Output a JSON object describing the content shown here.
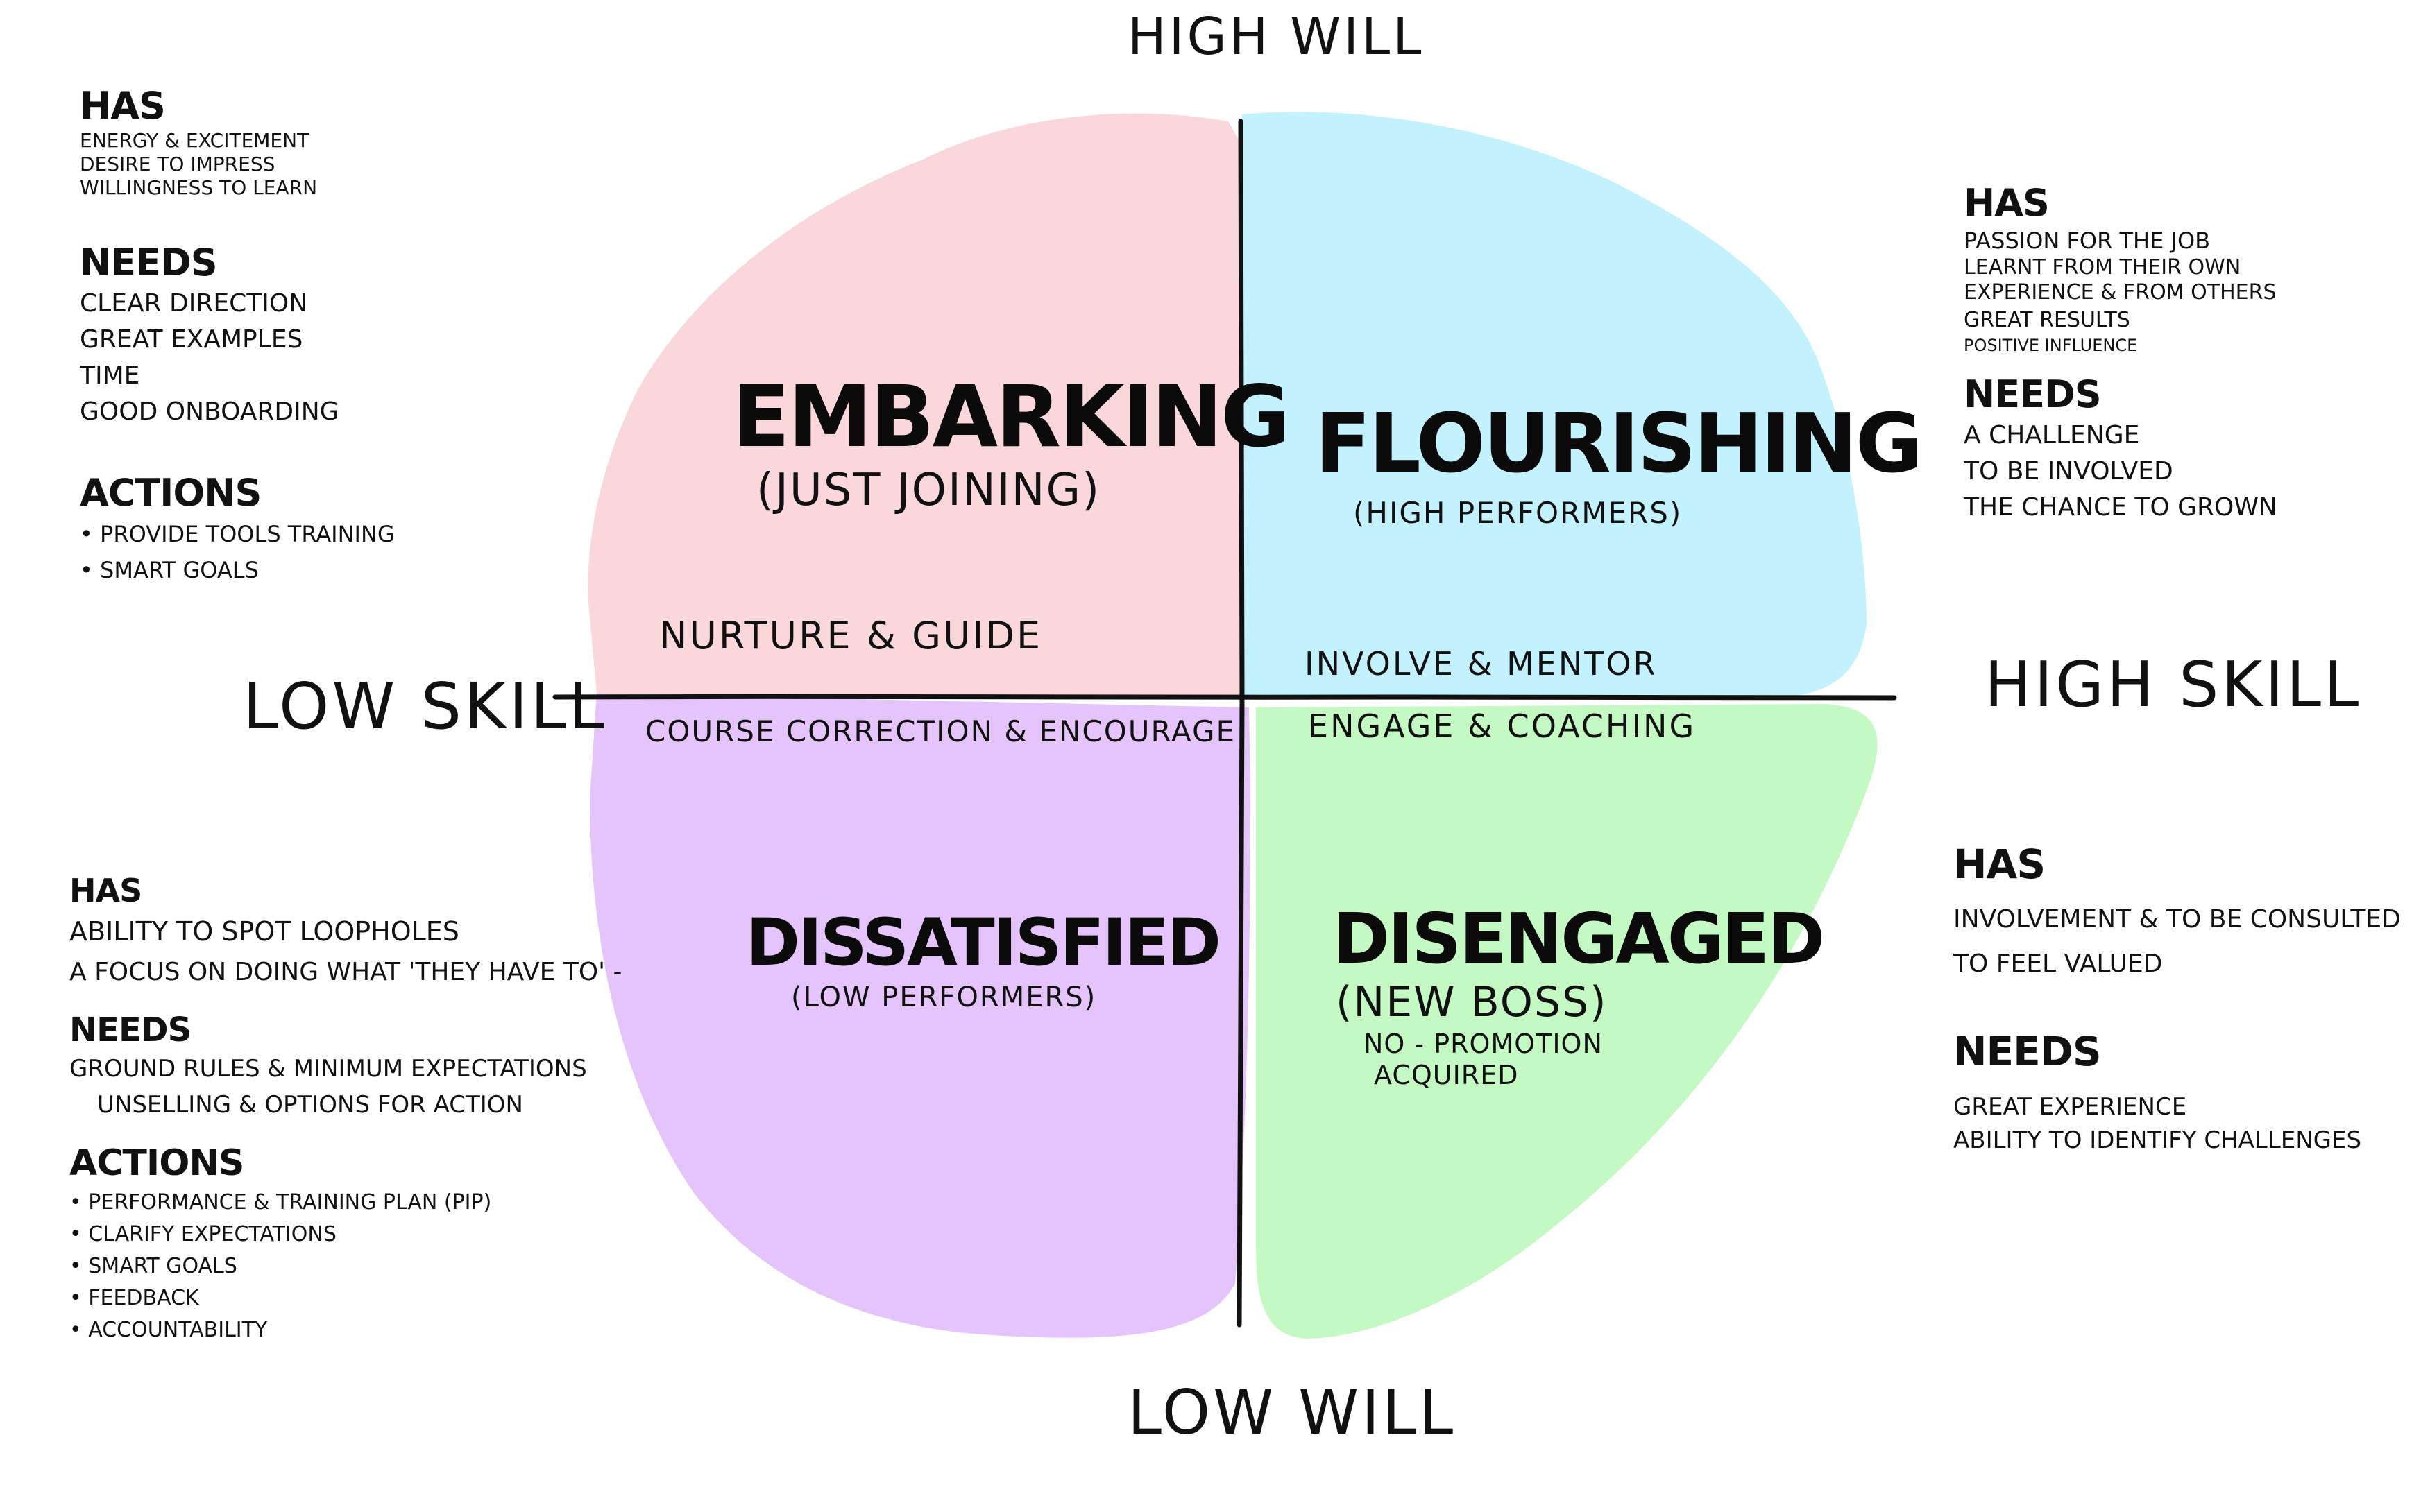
{
  "axes": {
    "top": "HIGH WILL",
    "bottom": "LOW WILL",
    "left": "LOW SKILL",
    "right": "HIGH SKILL"
  },
  "colors": {
    "embarking": "#f9d7da",
    "flourishing": "#c3f1fd",
    "dissatisfied": "#e5c3fb",
    "disengaged": "#c5f9c4",
    "ink": "#111111"
  },
  "quadrants": {
    "embarking": {
      "title": "EMBARKING",
      "subtitle": "(JUST JOINING)",
      "edge_label": "NURTURE & GUIDE"
    },
    "flourishing": {
      "title": "FLOURISHING",
      "subtitle": "(HIGH PERFORMERS)",
      "edge_label": "INVOLVE & MENTOR"
    },
    "dissatisfied": {
      "title": "DISSATISFIED",
      "subtitle": "(LOW PERFORMERS)",
      "edge_label": "COURSE CORRECTION & ENCOURAGE"
    },
    "disengaged": {
      "title": "DISENGAGED",
      "subtitle": "(NEW BOSS)",
      "extra": [
        "NO - PROMOTION",
        "ACQUIRED"
      ],
      "edge_label": "ENGAGE & COACHING"
    }
  },
  "notes": {
    "top_left": {
      "has_heading": "HAS",
      "has": [
        "Energy & Excitement",
        "Desire to impress",
        "Willingness to learn"
      ],
      "needs_heading": "NEEDS",
      "needs": [
        "Clear direction",
        "Great examples",
        "Time",
        "Good onboarding"
      ],
      "actions_heading": "Actions",
      "actions": [
        "• Provide tools training",
        "• Smart goals"
      ]
    },
    "top_right": {
      "has_heading": "HAS",
      "has": [
        "Passion for the job",
        "Learnt from their own",
        "experience & from others",
        "Great results",
        "Positive influence"
      ],
      "needs_heading": "NEEDS",
      "needs": [
        "A challenge",
        "to be involved",
        "The chance to grown"
      ]
    },
    "bottom_left": {
      "has_heading": "HAS",
      "has": [
        "Ability to spot loopholes",
        "A focus on doing what 'they have to' -"
      ],
      "needs_heading": "NEEDS",
      "needs": [
        "Ground rules & minimum expectations",
        "unselling & options for action"
      ],
      "actions_heading": "Actions",
      "actions": [
        "• Performance & training plan (PIP)",
        "• Clarify expectations",
        "• Smart goals",
        "• Feedback",
        "• Accountability"
      ]
    },
    "bottom_right": {
      "has_heading": "HAS",
      "has": [
        "Involvement & to be consulted",
        "To feel valued"
      ],
      "needs_heading": "NEEDS",
      "needs": [
        "Great experience",
        "Ability to identify challenges"
      ]
    }
  }
}
